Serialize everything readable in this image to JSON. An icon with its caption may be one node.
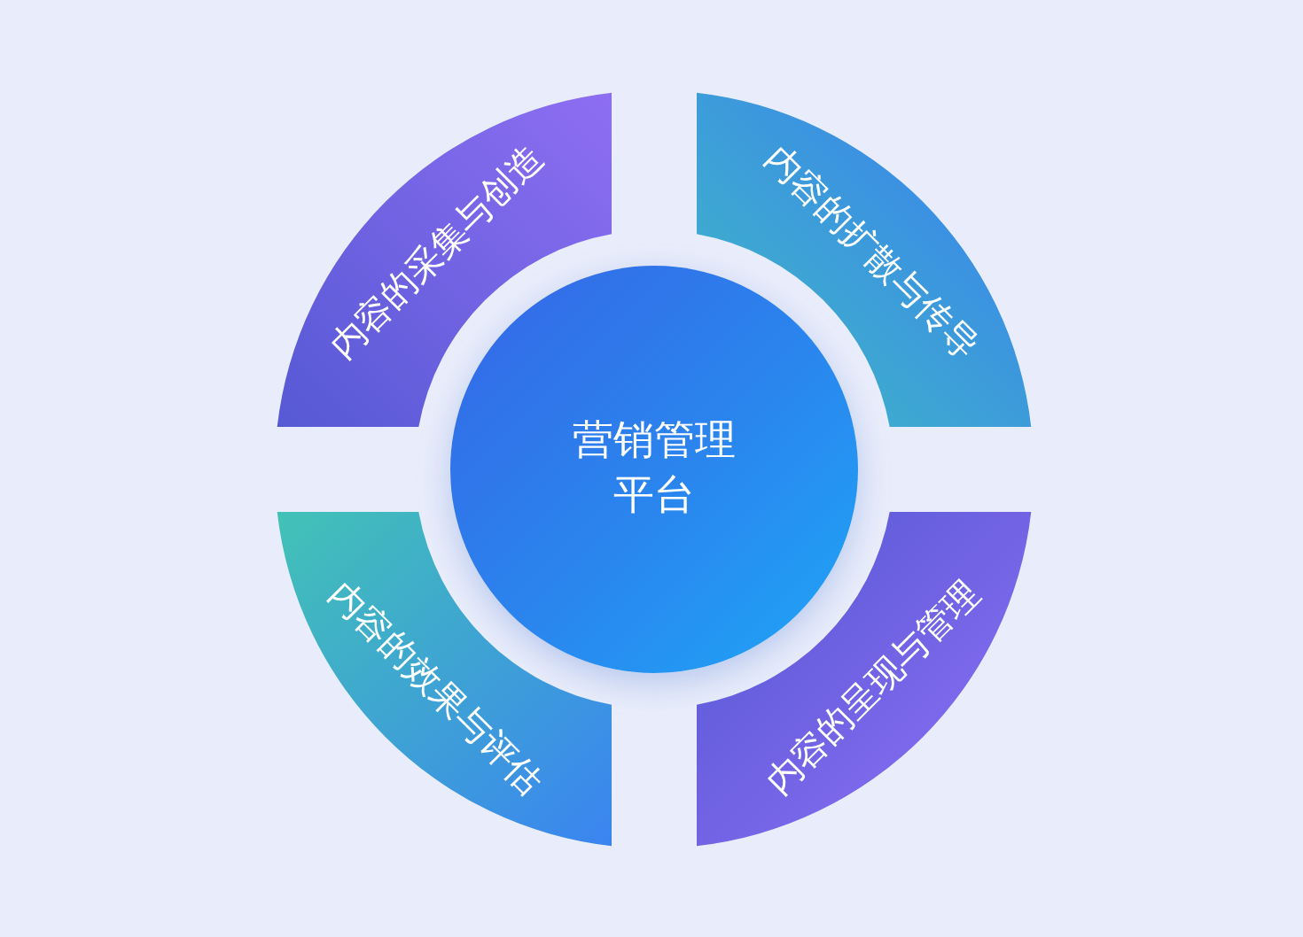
{
  "diagram": {
    "nodes": [
      {
        "text": [
          "营销管理平台"
        ]
      },
      {
        "text": [
          "内容的采集与创造"
        ]
      },
      {
        "text": [
          "内容的扩散与传导"
        ]
      },
      {
        "text": [
          "内容的效果与评估"
        ]
      },
      {
        "text": [
          "内容的呈现与管理"
        ]
      }
    ]
  }
}
